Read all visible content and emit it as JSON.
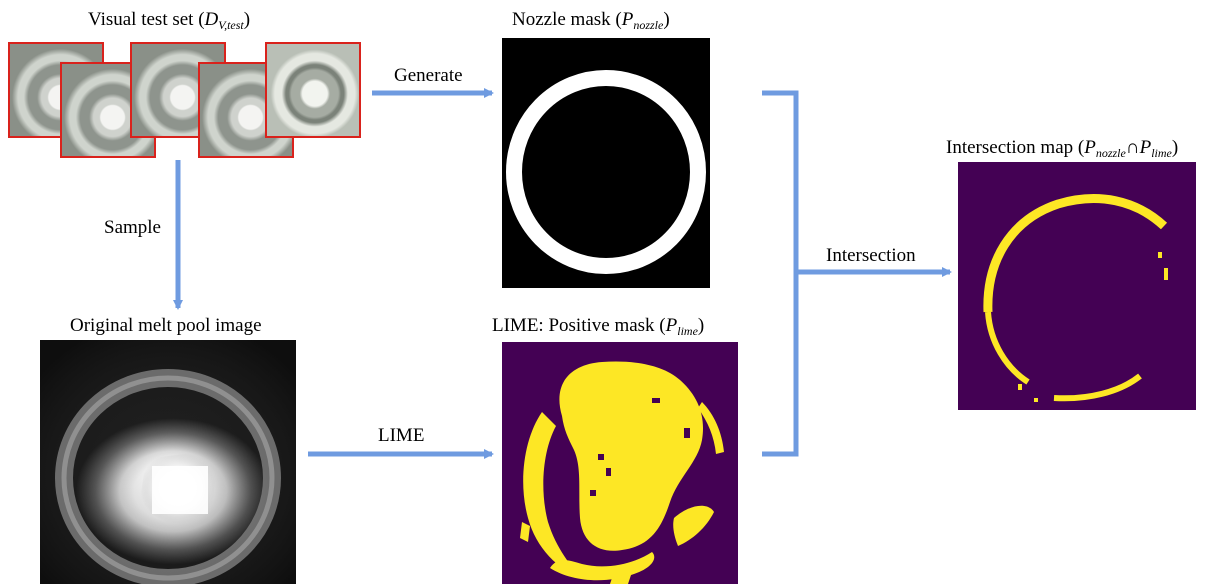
{
  "labels": {
    "visual_test_set_main": "Visual test set (",
    "visual_test_set_var": "D",
    "visual_test_set_sub": "V,test",
    "visual_test_set_close": ")",
    "nozzle_main": "Nozzle mask (",
    "nozzle_var": "P",
    "nozzle_sub": "nozzle",
    "nozzle_close": ")",
    "original": "Original melt pool image",
    "lime_main": "LIME: Positive mask (",
    "lime_var": "P",
    "lime_sub": "lime",
    "lime_close": ")",
    "intersection_main": "Intersection map (",
    "intersection_var1": "P",
    "intersection_sub1": "nozzle",
    "intersection_op": "∩",
    "intersection_var2": "P",
    "intersection_sub2": "lime",
    "intersection_close": ")"
  },
  "arrows": {
    "generate": "Generate",
    "sample": "Sample",
    "lime": "LIME",
    "intersection": "Intersection"
  },
  "colors": {
    "arrow": "#6f9be0",
    "thumb_border": "#d9221c",
    "viridis_dark": "#440154",
    "viridis_yellow": "#fde725",
    "mask_black": "#000000",
    "mask_white": "#ffffff"
  }
}
